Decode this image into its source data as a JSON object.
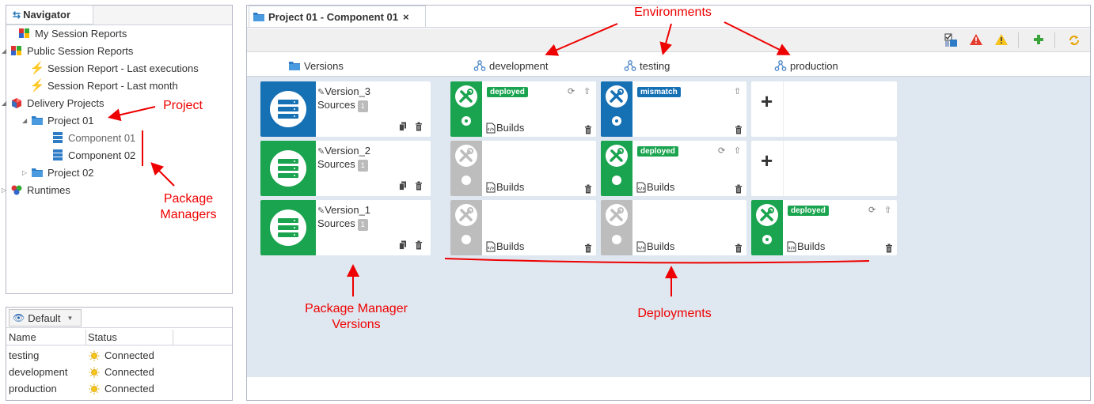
{
  "navigator": {
    "title": "Navigator",
    "items": [
      {
        "label": "My Session Reports"
      },
      {
        "label": "Public Session Reports"
      },
      {
        "label": "Session Report - Last executions"
      },
      {
        "label": "Session Report - Last month"
      },
      {
        "label": "Delivery Projects"
      },
      {
        "label": "Project 01"
      },
      {
        "label": "Component 01"
      },
      {
        "label": "Component 02"
      },
      {
        "label": "Project 02"
      },
      {
        "label": "Runtimes"
      }
    ]
  },
  "status_panel": {
    "selector": "Default",
    "headers": {
      "name": "Name",
      "status": "Status"
    },
    "rows": [
      {
        "name": "testing",
        "status": "Connected"
      },
      {
        "name": "development",
        "status": "Connected"
      },
      {
        "name": "production",
        "status": "Connected"
      }
    ]
  },
  "main": {
    "tab_title": "Project 01 - Component 01",
    "columns": {
      "versions": "Versions",
      "development": "development",
      "testing": "testing",
      "production": "production"
    },
    "versions": [
      {
        "name": "Version_3",
        "sources": "Sources",
        "count": "1"
      },
      {
        "name": "Version_2",
        "sources": "Sources",
        "count": "1"
      },
      {
        "name": "Version_1",
        "sources": "Sources",
        "count": "1"
      }
    ],
    "badges": {
      "deployed": "deployed",
      "mismatch": "mismatch"
    },
    "builds": "Builds"
  },
  "annotations": {
    "environments": "Environments",
    "project": "Project",
    "package_managers_1": "Package",
    "package_managers_2": "Managers",
    "pm_versions_1": "Package Manager",
    "pm_versions_2": "Versions",
    "deployments": "Deployments"
  },
  "colors": {
    "green": "#1aa44f",
    "blue": "#1670b4",
    "grey": "#bdbdbd",
    "annotation_red": "#e00000"
  }
}
